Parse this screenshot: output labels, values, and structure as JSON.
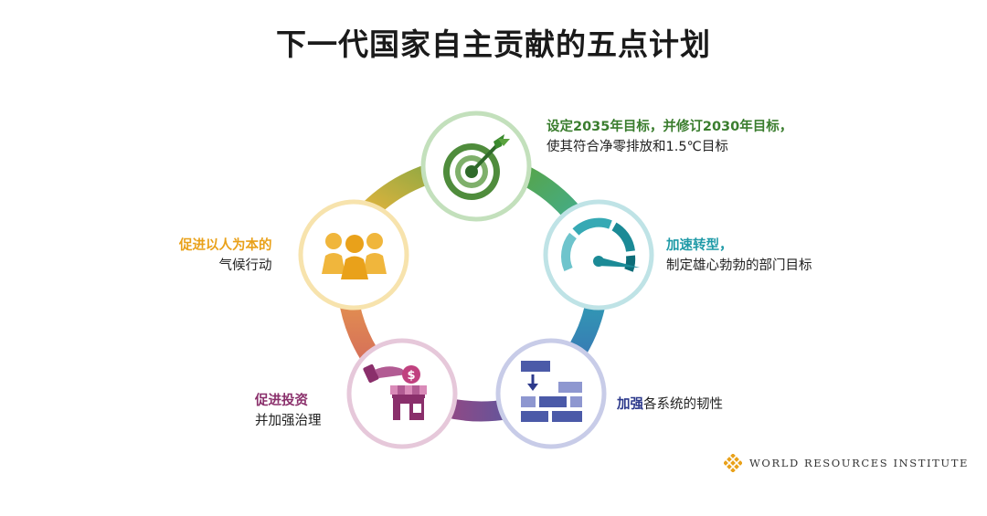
{
  "title": "下一代国家自主贡献的五点计划",
  "items": [
    {
      "id": "target",
      "line1": "设定2035年目标，并修订2030年目标，",
      "line2": "使其符合净零排放和1.5℃目标",
      "color": "#3a7d2e"
    },
    {
      "id": "speed",
      "line1": "加速转型，",
      "line2": "制定雄心勃勃的部门目标",
      "color": "#1f9aa7"
    },
    {
      "id": "system",
      "bold": "加强",
      "rest": "各系统的韧性",
      "color": "#2d3a8c"
    },
    {
      "id": "invest",
      "line1": "促进投资",
      "line2": "并加强治理",
      "color": "#8a2f6b"
    },
    {
      "id": "people",
      "line1": "促进以人为本的",
      "line2": "气候行动",
      "color": "#e9a11a"
    }
  ],
  "icons": {
    "target": "target-arrow-icon",
    "speed": "speedometer-icon",
    "system": "bricks-icon",
    "invest": "investment-shop-icon",
    "people": "people-group-icon"
  },
  "logo": {
    "text": "WORLD RESOURCES INSTITUTE"
  }
}
